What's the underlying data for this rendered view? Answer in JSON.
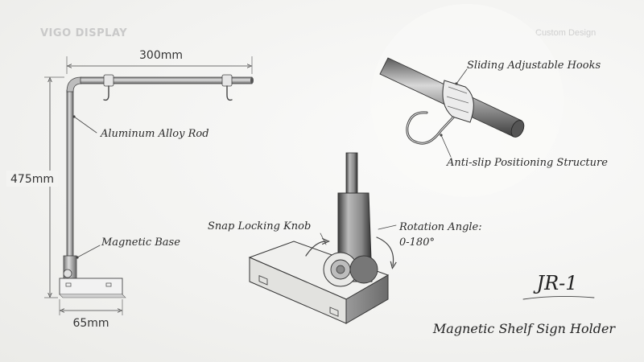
{
  "header": {
    "brand": "VIGO DISPLAY",
    "tagline": "Custom Design"
  },
  "dimensions": {
    "width": "300mm",
    "height": "475mm",
    "base_width": "65mm"
  },
  "callouts": {
    "rod": "Aluminum Alloy Rod",
    "base": "Magnetic Base",
    "hooks": "Sliding Adjustable Hooks",
    "anti_slip": "Anti-slip Positioning Structure",
    "knob": "Snap Locking Knob",
    "rotation_title": "Rotation Angle:",
    "rotation_value": "0-180°"
  },
  "product": {
    "model": "JR-1",
    "name": "Magnetic Shelf Sign Holder"
  }
}
